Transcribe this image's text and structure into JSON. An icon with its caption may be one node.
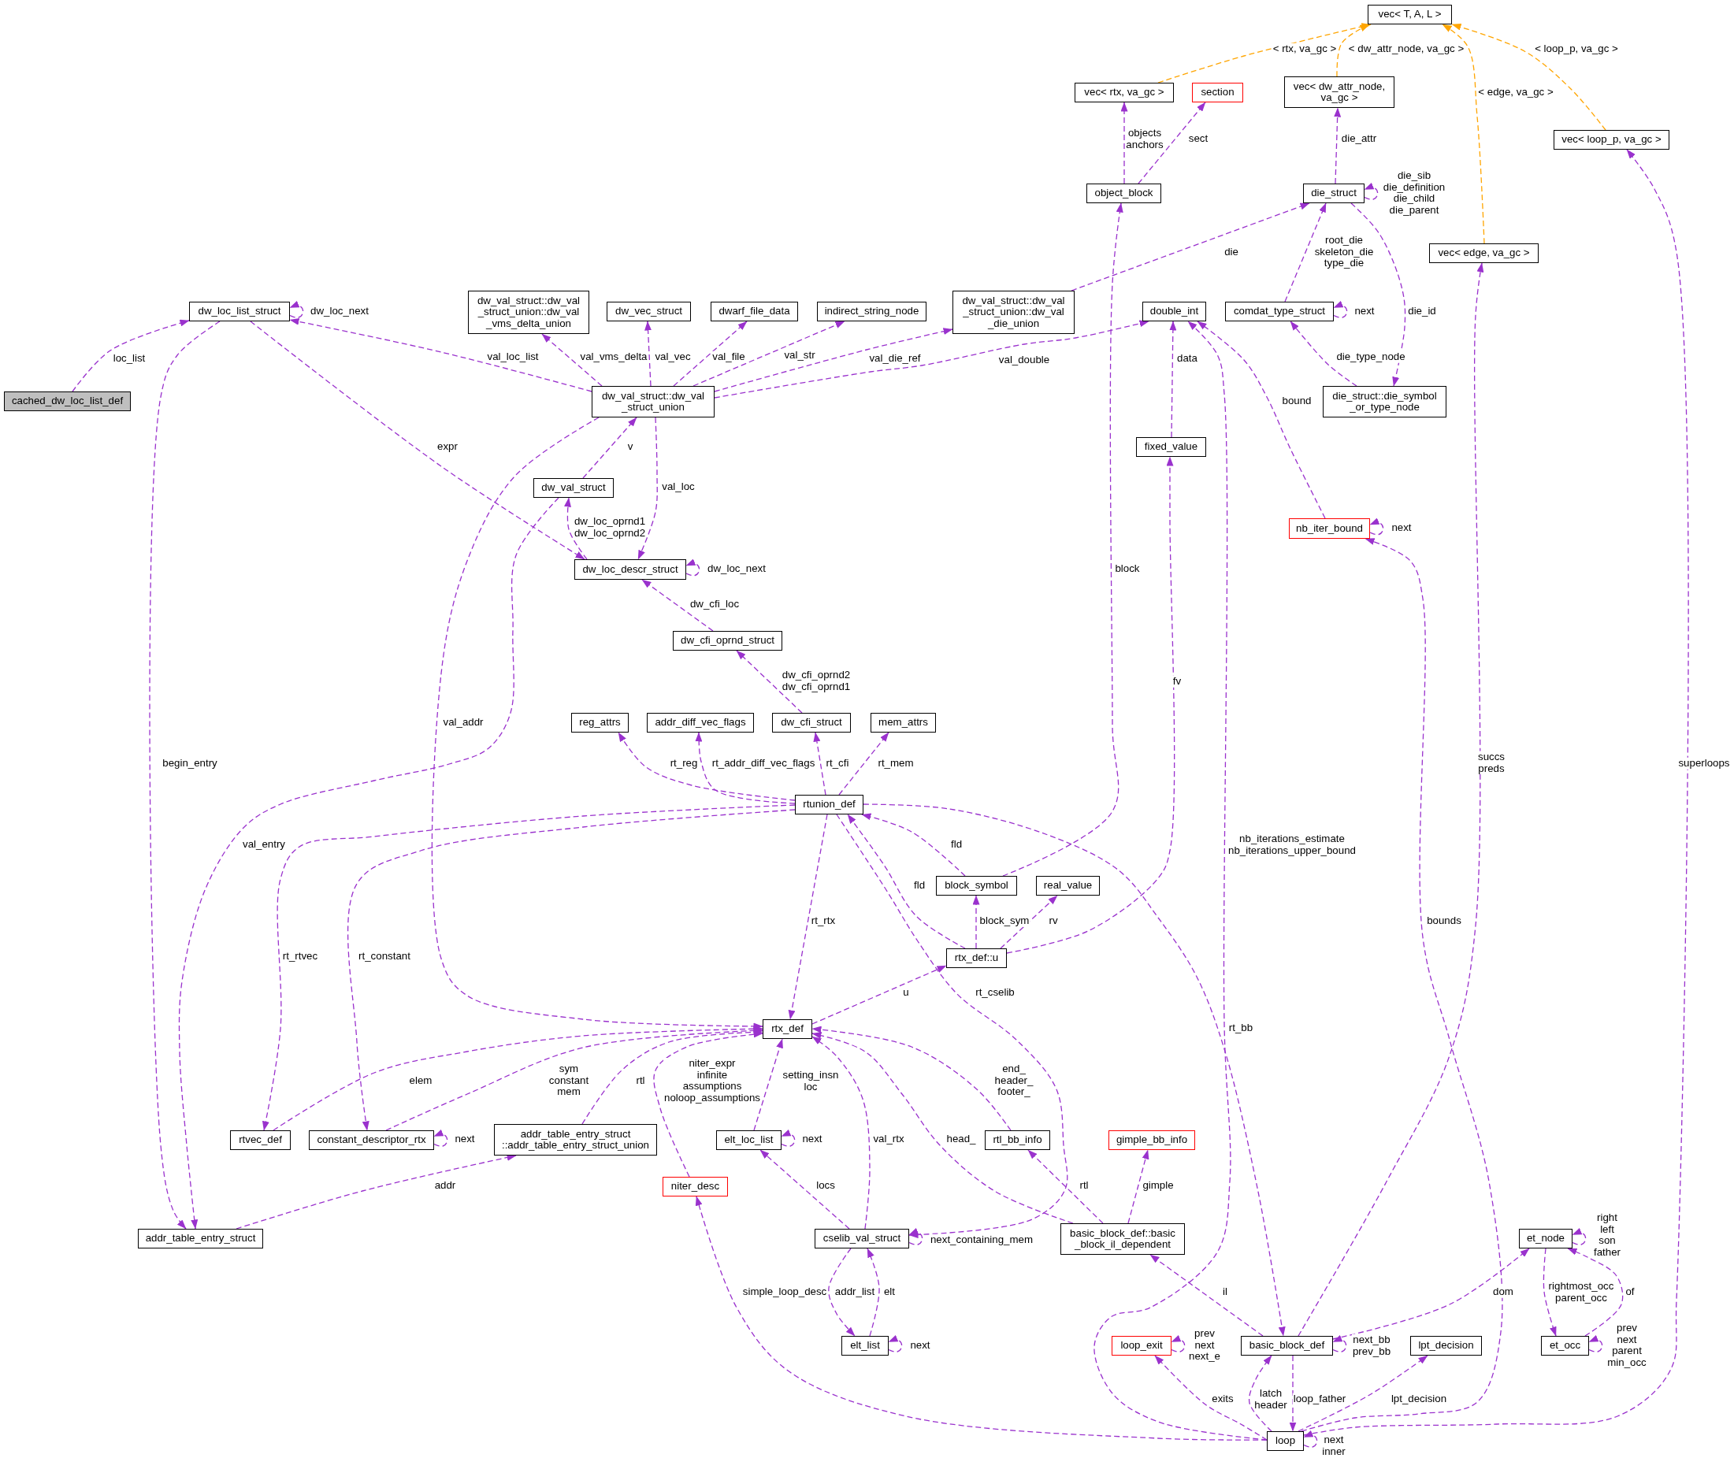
{
  "diagram": {
    "nodes": [
      {
        "text": [
          "vec< T, A, L >"
        ]
      },
      {
        "text": [
          "vec< rtx, va_gc >"
        ]
      },
      {
        "text": [
          "section"
        ]
      },
      {
        "text": [
          "vec< dw_attr_node, va_gc >"
        ]
      },
      {
        "text": [
          "vec< loop_p, va_gc >"
        ]
      },
      {
        "text": [
          "object_block"
        ]
      },
      {
        "text": [
          "die_struct"
        ]
      },
      {
        "text": [
          "vec< edge, va_gc >"
        ]
      },
      {
        "text": [
          "dw_loc_list_struct"
        ]
      },
      {
        "text": [
          "dw_val_struct::dw_val _struct_union::dw_val _vms_delta_union"
        ]
      },
      {
        "text": [
          "dw_vec_struct"
        ]
      },
      {
        "text": [
          "dwarf_file_data"
        ]
      },
      {
        "text": [
          "indirect_string_node"
        ]
      },
      {
        "text": [
          "dw_val_struct::dw_val _struct_union::dw_val _die_union"
        ]
      },
      {
        "text": [
          "double_int"
        ]
      },
      {
        "text": [
          "comdat_type_struct"
        ]
      },
      {
        "text": [
          "dw_val_struct::dw_val _struct_union"
        ]
      },
      {
        "text": [
          "die_struct::die_symbol _or_type_node"
        ]
      },
      {
        "text": [
          "cached_dw_loc_list_def"
        ]
      },
      {
        "text": [
          "fixed_value"
        ]
      },
      {
        "text": [
          "dw_val_struct"
        ]
      },
      {
        "text": [
          "nb_iter_bound"
        ]
      },
      {
        "text": [
          "dw_loc_descr_struct"
        ]
      },
      {
        "text": [
          "dw_cfi_oprnd_struct"
        ]
      },
      {
        "text": [
          "reg_attrs"
        ]
      },
      {
        "text": [
          "addr_diff_vec_flags"
        ]
      },
      {
        "text": [
          "dw_cfi_struct"
        ]
      },
      {
        "text": [
          "mem_attrs"
        ]
      },
      {
        "text": [
          "rtunion_def"
        ]
      },
      {
        "text": [
          "block_symbol"
        ]
      },
      {
        "text": [
          "real_value"
        ]
      },
      {
        "text": [
          "rtx_def::u"
        ]
      },
      {
        "text": [
          "rtx_def"
        ]
      },
      {
        "text": [
          "rtvec_def"
        ]
      },
      {
        "text": [
          "constant_descriptor_rtx"
        ]
      },
      {
        "text": [
          "addr_table_entry_struct ::addr_table_entry_struct_union"
        ]
      },
      {
        "text": [
          "elt_loc_list"
        ]
      },
      {
        "text": [
          "rtl_bb_info"
        ]
      },
      {
        "text": [
          "gimple_bb_info"
        ]
      },
      {
        "text": [
          "niter_desc"
        ]
      },
      {
        "text": [
          "addr_table_entry_struct"
        ]
      },
      {
        "text": [
          "cselib_val_struct"
        ]
      },
      {
        "text": [
          "basic_block_def::basic _block_il_dependent"
        ]
      },
      {
        "text": [
          "et_node"
        ]
      },
      {
        "text": [
          "elt_list"
        ]
      },
      {
        "text": [
          "loop_exit"
        ]
      },
      {
        "text": [
          "basic_block_def"
        ]
      },
      {
        "text": [
          "lpt_decision"
        ]
      },
      {
        "text": [
          "et_occ"
        ]
      },
      {
        "text": [
          "loop"
        ]
      }
    ],
    "edges": [
      {
        "from": 18,
        "to": 8,
        "arrow": "to",
        "label": "loc_list",
        "style": "dashed"
      },
      {
        "from": 8,
        "to": 8,
        "arrow": "to",
        "label": "dw_loc_next",
        "style": "dashed"
      },
      {
        "from": 8,
        "to": 40,
        "arrow": "to",
        "label": "begin_entry",
        "style": "dashed"
      },
      {
        "from": 8,
        "to": 22,
        "arrow": "to",
        "label": "expr",
        "style": "dashed"
      },
      {
        "from": 16,
        "to": 8,
        "arrow": "to",
        "label": "val_loc_list",
        "style": "dashed"
      },
      {
        "from": 16,
        "to": 9,
        "arrow": "to",
        "label": "val_vms_delta",
        "style": "dashed"
      },
      {
        "from": 16,
        "to": 10,
        "arrow": "to",
        "label": "val_vec",
        "style": "dashed"
      },
      {
        "from": 16,
        "to": 11,
        "arrow": "to",
        "label": "val_file",
        "style": "dashed"
      },
      {
        "from": 16,
        "to": 12,
        "arrow": "to",
        "label": "val_str",
        "style": "dashed"
      },
      {
        "from": 16,
        "to": 13,
        "arrow": "to",
        "label": "val_die_ref",
        "style": "dashed"
      },
      {
        "from": 16,
        "to": 14,
        "arrow": "to",
        "label": "val_double",
        "style": "dashed"
      },
      {
        "from": 20,
        "to": 16,
        "arrow": "to",
        "label": "v",
        "style": "dashed"
      },
      {
        "from": 16,
        "to": 22,
        "arrow": "to",
        "label": "val_loc",
        "style": "dashed"
      },
      {
        "from": 16,
        "to": 32,
        "arrow": "to",
        "label": "val_addr",
        "style": "dashed"
      },
      {
        "from": 20,
        "to": 40,
        "arrow": "to",
        "label": "val_entry",
        "style": "dashed"
      },
      {
        "from": 22,
        "to": 20,
        "arrow": "to",
        "label": "dw_loc_oprnd1 dw_loc_oprnd2",
        "style": "dashed"
      },
      {
        "from": 22,
        "to": 22,
        "arrow": "to",
        "label": "dw_loc_next",
        "style": "dashed"
      },
      {
        "from": 23,
        "to": 22,
        "arrow": "to",
        "label": "dw_cfi_loc",
        "style": "dashed"
      },
      {
        "from": 26,
        "to": 23,
        "arrow": "to",
        "label": "dw_cfi_oprnd2 dw_cfi_oprnd1",
        "style": "dashed"
      },
      {
        "from": 28,
        "to": 24,
        "arrow": "to",
        "label": "rt_reg",
        "style": "dashed"
      },
      {
        "from": 28,
        "to": 25,
        "arrow": "to",
        "label": "rt_addr_diff_vec_flags",
        "style": "dashed"
      },
      {
        "from": 28,
        "to": 26,
        "arrow": "to",
        "label": "rt_cfi",
        "style": "dashed"
      },
      {
        "from": 28,
        "to": 27,
        "arrow": "to",
        "label": "rt_mem",
        "style": "dashed"
      },
      {
        "from": 28,
        "to": 33,
        "arrow": "to",
        "label": "rt_rtvec",
        "style": "dashed"
      },
      {
        "from": 28,
        "to": 34,
        "arrow": "to",
        "label": "rt_constant",
        "style": "dashed"
      },
      {
        "from": 28,
        "to": 32,
        "arrow": "to",
        "label": "rt_rtx",
        "style": "dashed"
      },
      {
        "from": 28,
        "to": 41,
        "arrow": "to",
        "label": "rt_cselib",
        "style": "dashed"
      },
      {
        "from": 28,
        "to": 46,
        "arrow": "to",
        "label": "rt_bb",
        "style": "dashed"
      },
      {
        "from": 29,
        "to": 28,
        "arrow": "to",
        "label": "fld",
        "style": "dashed"
      },
      {
        "from": 31,
        "to": 28,
        "arrow": "to",
        "label": "fld",
        "style": "dashed"
      },
      {
        "from": 29,
        "to": 5,
        "arrow": "to",
        "label": "block",
        "style": "dashed"
      },
      {
        "from": 31,
        "to": 29,
        "arrow": "to",
        "label": "block_sym",
        "style": "dashed"
      },
      {
        "from": 31,
        "to": 30,
        "arrow": "to",
        "label": "rv",
        "style": "dashed"
      },
      {
        "from": 31,
        "to": 19,
        "arrow": "to",
        "label": "fv",
        "style": "dashed"
      },
      {
        "from": 32,
        "to": 31,
        "arrow": "to",
        "label": "u",
        "style": "dashed"
      },
      {
        "from": 33,
        "to": 32,
        "arrow": "to",
        "label": "elem",
        "style": "dashed"
      },
      {
        "from": 34,
        "to": 32,
        "arrow": "to",
        "label": "sym constant mem",
        "style": "dashed"
      },
      {
        "from": 34,
        "to": 34,
        "arrow": "to",
        "label": "next",
        "style": "dashed"
      },
      {
        "from": 35,
        "to": 32,
        "arrow": "to",
        "label": "rtl",
        "style": "dashed"
      },
      {
        "from": 40,
        "to": 35,
        "arrow": "to",
        "label": "addr",
        "style": "dashed"
      },
      {
        "from": 39,
        "to": 32,
        "arrow": "to",
        "label": "niter_expr infinite assumptions noloop_assumptions",
        "style": "dashed"
      },
      {
        "from": 36,
        "to": 32,
        "arrow": "to",
        "label": "setting_insn loc",
        "style": "dashed"
      },
      {
        "from": 36,
        "to": 36,
        "arrow": "to",
        "label": "next",
        "style": "dashed"
      },
      {
        "from": 41,
        "to": 32,
        "arrow": "to",
        "label": "val_rtx",
        "style": "dashed"
      },
      {
        "from": 42,
        "to": 32,
        "arrow": "to",
        "label": "head_",
        "style": "dashed"
      },
      {
        "from": 37,
        "to": 32,
        "arrow": "to",
        "label": "end_ header_ footer_",
        "style": "dashed"
      },
      {
        "from": 41,
        "to": 36,
        "arrow": "to",
        "label": "locs",
        "style": "dashed"
      },
      {
        "from": 41,
        "to": 41,
        "arrow": "to",
        "label": "next_containing_mem",
        "style": "dashed"
      },
      {
        "from": 41,
        "to": 44,
        "arrow": "to",
        "label": "addr_list",
        "style": "dashed"
      },
      {
        "from": 44,
        "to": 41,
        "arrow": "to",
        "label": "elt",
        "style": "dashed"
      },
      {
        "from": 44,
        "to": 44,
        "arrow": "to",
        "label": "next",
        "style": "dashed"
      },
      {
        "from": 42,
        "to": 37,
        "arrow": "to",
        "label": "rtl",
        "style": "dashed"
      },
      {
        "from": 42,
        "to": 38,
        "arrow": "to",
        "label": "gimple",
        "style": "dashed"
      },
      {
        "from": 46,
        "to": 42,
        "arrow": "to",
        "label": "il",
        "style": "dashed"
      },
      {
        "from": 49,
        "to": 39,
        "arrow": "to",
        "label": "simple_loop_desc",
        "style": "dashed"
      },
      {
        "from": 5,
        "to": 1,
        "arrow": "to",
        "label": "objects anchors",
        "style": "dashed"
      },
      {
        "from": 5,
        "to": 2,
        "arrow": "to",
        "label": "sect",
        "style": "dashed"
      },
      {
        "from": 1,
        "to": 0,
        "arrow": "to",
        "label": "< rtx, va_gc >",
        "style": "dashed",
        "color": "#ffa500"
      },
      {
        "from": 3,
        "to": 0,
        "arrow": "to",
        "label": "< dw_attr_node, va_gc >",
        "style": "dashed",
        "color": "#ffa500"
      },
      {
        "from": 7,
        "to": 0,
        "arrow": "to",
        "label": "< edge, va_gc >",
        "style": "dashed",
        "color": "#ffa500"
      },
      {
        "from": 4,
        "to": 0,
        "arrow": "to",
        "label": "< loop_p, va_gc >",
        "style": "dashed",
        "color": "#ffa500"
      },
      {
        "from": 6,
        "to": 3,
        "arrow": "to",
        "label": "die_attr",
        "style": "dashed"
      },
      {
        "from": 6,
        "to": 6,
        "arrow": "to",
        "label": "die_sib die_definition die_child die_parent",
        "style": "dashed"
      },
      {
        "from": 13,
        "to": 6,
        "arrow": "to",
        "label": "die",
        "style": "dashed"
      },
      {
        "from": 15,
        "to": 6,
        "arrow": "to",
        "label": "root_die skeleton_die type_die",
        "style": "dashed"
      },
      {
        "from": 6,
        "to": 17,
        "arrow": "to",
        "label": "die_id",
        "style": "dashed"
      },
      {
        "from": 15,
        "to": 15,
        "arrow": "to",
        "label": "next",
        "style": "dashed"
      },
      {
        "from": 17,
        "to": 15,
        "arrow": "to",
        "label": "die_type_node",
        "style": "dashed"
      },
      {
        "from": 19,
        "to": 14,
        "arrow": "to",
        "label": "data",
        "style": "dashed"
      },
      {
        "from": 21,
        "to": 14,
        "arrow": "to",
        "label": "bound",
        "style": "dashed"
      },
      {
        "from": 49,
        "to": 14,
        "arrow": "to",
        "label": "nb_iterations_estimate nb_iterations_upper_bound",
        "style": "dashed"
      },
      {
        "from": 21,
        "to": 21,
        "arrow": "to",
        "label": "next",
        "style": "dashed"
      },
      {
        "from": 49,
        "to": 21,
        "arrow": "to",
        "label": "bounds",
        "style": "dashed"
      },
      {
        "from": 46,
        "to": 7,
        "arrow": "to",
        "label": "succs preds",
        "style": "dashed"
      },
      {
        "from": 49,
        "to": 4,
        "arrow": "to",
        "label": "superloops",
        "style": "dashed"
      },
      {
        "from": 46,
        "to": 43,
        "arrow": "to",
        "label": "dom",
        "style": "dashed"
      },
      {
        "from": 43,
        "to": 43,
        "arrow": "to",
        "label": "right left son father",
        "style": "dashed"
      },
      {
        "from": 43,
        "to": 48,
        "arrow": "to",
        "label": "rightmost_occ parent_occ",
        "style": "dashed"
      },
      {
        "from": 48,
        "to": 43,
        "arrow": "to",
        "label": "of",
        "style": "dashed"
      },
      {
        "from": 48,
        "to": 48,
        "arrow": "to",
        "label": "prev next parent min_occ",
        "style": "dashed"
      },
      {
        "from": 46,
        "to": 46,
        "arrow": "to",
        "label": "next_bb prev_bb",
        "style": "dashed"
      },
      {
        "from": 45,
        "to": 45,
        "arrow": "to",
        "label": "prev next next_e",
        "style": "dashed"
      },
      {
        "from": 49,
        "to": 45,
        "arrow": "to",
        "label": "exits",
        "style": "dashed"
      },
      {
        "from": 49,
        "to": 46,
        "arrow": "to",
        "label": "latch header",
        "style": "dashed"
      },
      {
        "from": 46,
        "to": 49,
        "arrow": "to",
        "label": "loop_father",
        "style": "dashed"
      },
      {
        "from": 49,
        "to": 47,
        "arrow": "to",
        "label": "lpt_decision",
        "style": "dashed"
      },
      {
        "from": 49,
        "to": 49,
        "arrow": "to",
        "label": "next inner",
        "style": "dashed"
      }
    ]
  }
}
